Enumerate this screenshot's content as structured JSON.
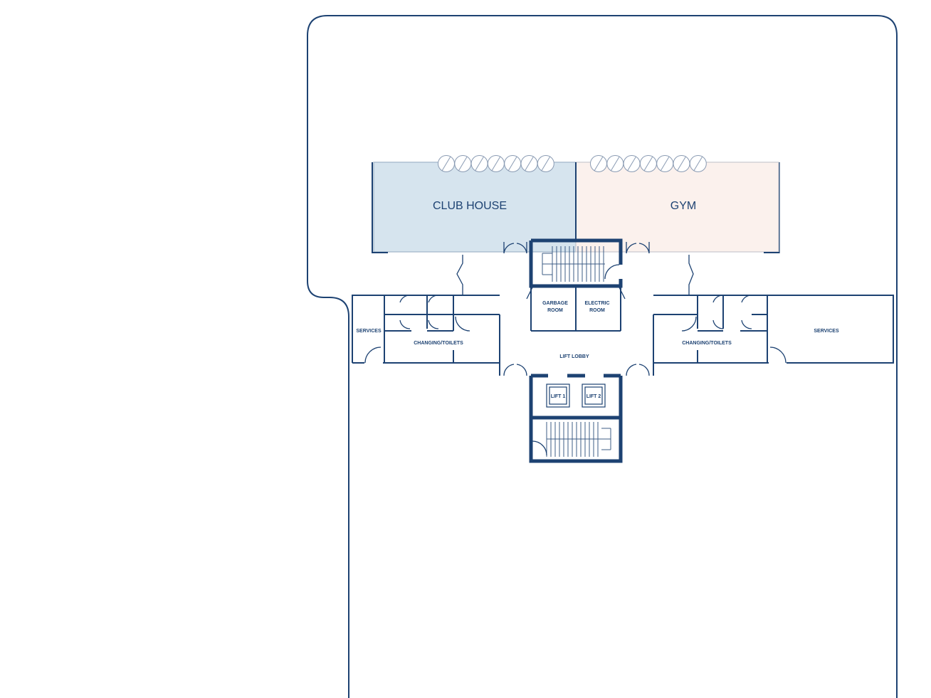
{
  "rooms": {
    "club_house": "CLUB HOUSE",
    "gym": "GYM",
    "garbage_room": [
      "GARBAGE",
      "ROOM"
    ],
    "electric_room": [
      "ELECTRIC",
      "ROOM"
    ],
    "services_left": "SERVICES",
    "services_right": "SERVICES",
    "changing_left": "CHANGING/TOILETS",
    "changing_right": "CHANGING/TOILETS",
    "lift_lobby": "LIFT LOBBY",
    "lift_1": "LIFT 1",
    "lift_2": "LIFT 2"
  },
  "colors": {
    "wall": "#1d4272",
    "club_house_fill": "#d6e4ee",
    "gym_fill": "#fbf1ed"
  }
}
